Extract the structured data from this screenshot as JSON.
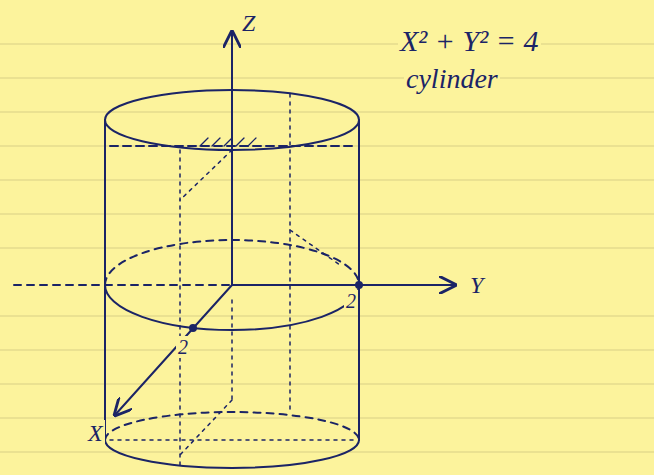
{
  "diagram": {
    "labels": [
      "Z",
      "X² + Y² = 4",
      "cylinder",
      "Y",
      "2",
      "2",
      "X"
    ]
  }
}
